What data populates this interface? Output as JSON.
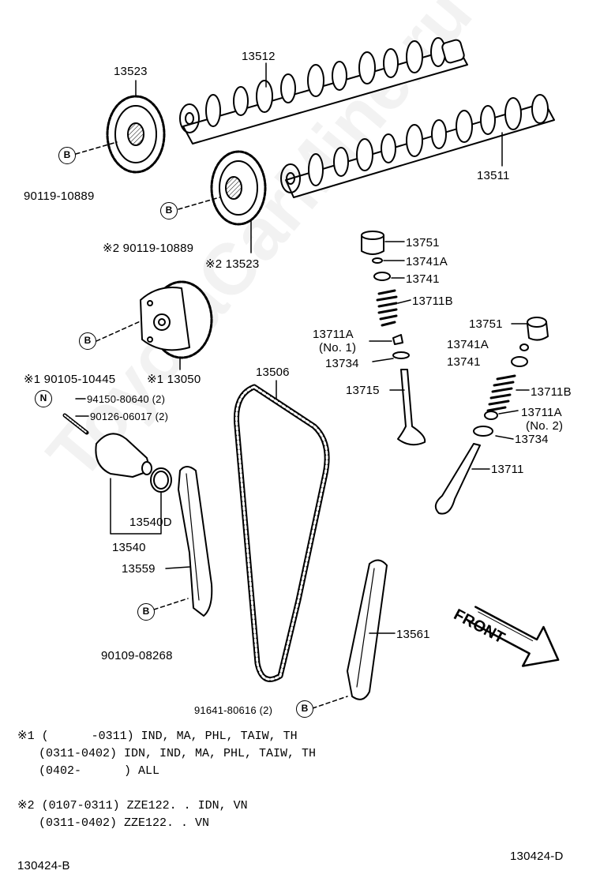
{
  "watermark": "ToyotaCarMine.ru",
  "labels": {
    "p13512": "13512",
    "p13523_top": "13523",
    "p13511": "13511",
    "bolt1": "90119-10889",
    "bolt2": "※2 90119-10889",
    "p13523_2": "※2 13523",
    "p13751_a": "13751",
    "p13741A_a": "13741A",
    "p13741_a": "13741",
    "p13711B_a": "13711B",
    "p13711A_no1": "13711A",
    "no1": "(No. 1)",
    "p13734_a": "13734",
    "p13715": "13715",
    "p13751_b": "13751",
    "p13741A_b": "13741A",
    "p13741_b": "13741",
    "p13711B_b": "13711B",
    "p13711A_no2": "13711A",
    "no2": "(No. 2)",
    "p13734_b": "13734",
    "p13711": "13711",
    "p13506": "13506",
    "bolt3": "※1 90105-10445",
    "p13050": "※1 13050",
    "n94150": "94150-80640 (2)",
    "n90126": "90126-06017 (2)",
    "p13540D": "13540D",
    "p13540": "13540",
    "p13559": "13559",
    "bolt4": "90109-08268",
    "p13561": "13561",
    "bolt5": "91641-80616 (2)",
    "front": "FRONT",
    "code_left": "130424-B",
    "code_right": "130424-D"
  },
  "bolt_marks": {
    "b": "B",
    "n": "N"
  },
  "notes": [
    "※1 (      -0311) IND, MA, PHL, TAIW, TH",
    "   (0311-0402) IDN, IND, MA, PHL, TAIW, TH",
    "   (0402-      ) ALL",
    "※2 (0107-0311) ZZE122. . IDN, VN",
    "   (0311-0402) ZZE122. . VN"
  ]
}
